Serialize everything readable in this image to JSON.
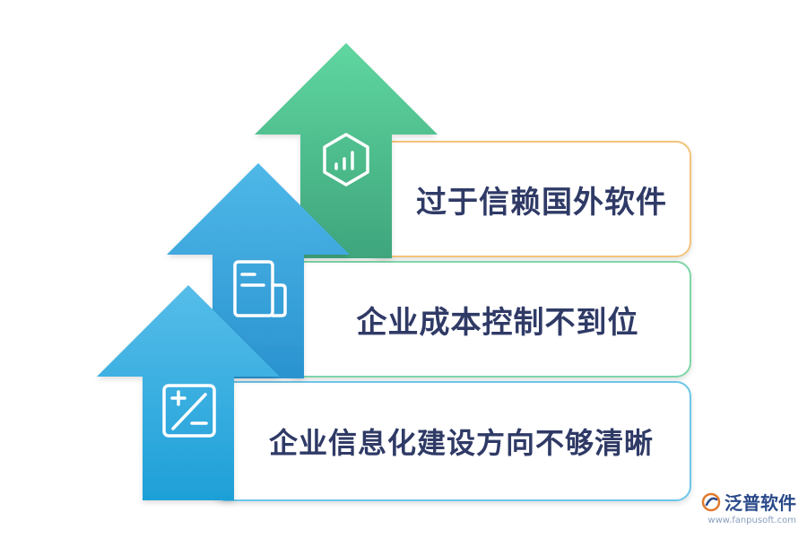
{
  "steps": [
    {
      "label": "过于信赖国外软件",
      "icon": "bar-chart-hexagon-icon",
      "arrow_color": "#52c896",
      "border_color": "#f4c37a"
    },
    {
      "label": "企业成本控制不到位",
      "icon": "document-icon",
      "arrow_color": "#3fa9e0",
      "border_color": "#7fd6a8"
    },
    {
      "label": "企业信息化建设方向不够清晰",
      "icon": "plus-minus-icon",
      "arrow_color": "#33a8df",
      "border_color": "#6cc6e8"
    }
  ],
  "brand": {
    "name": "泛普软件",
    "url": "www.fanpusoft.com"
  }
}
